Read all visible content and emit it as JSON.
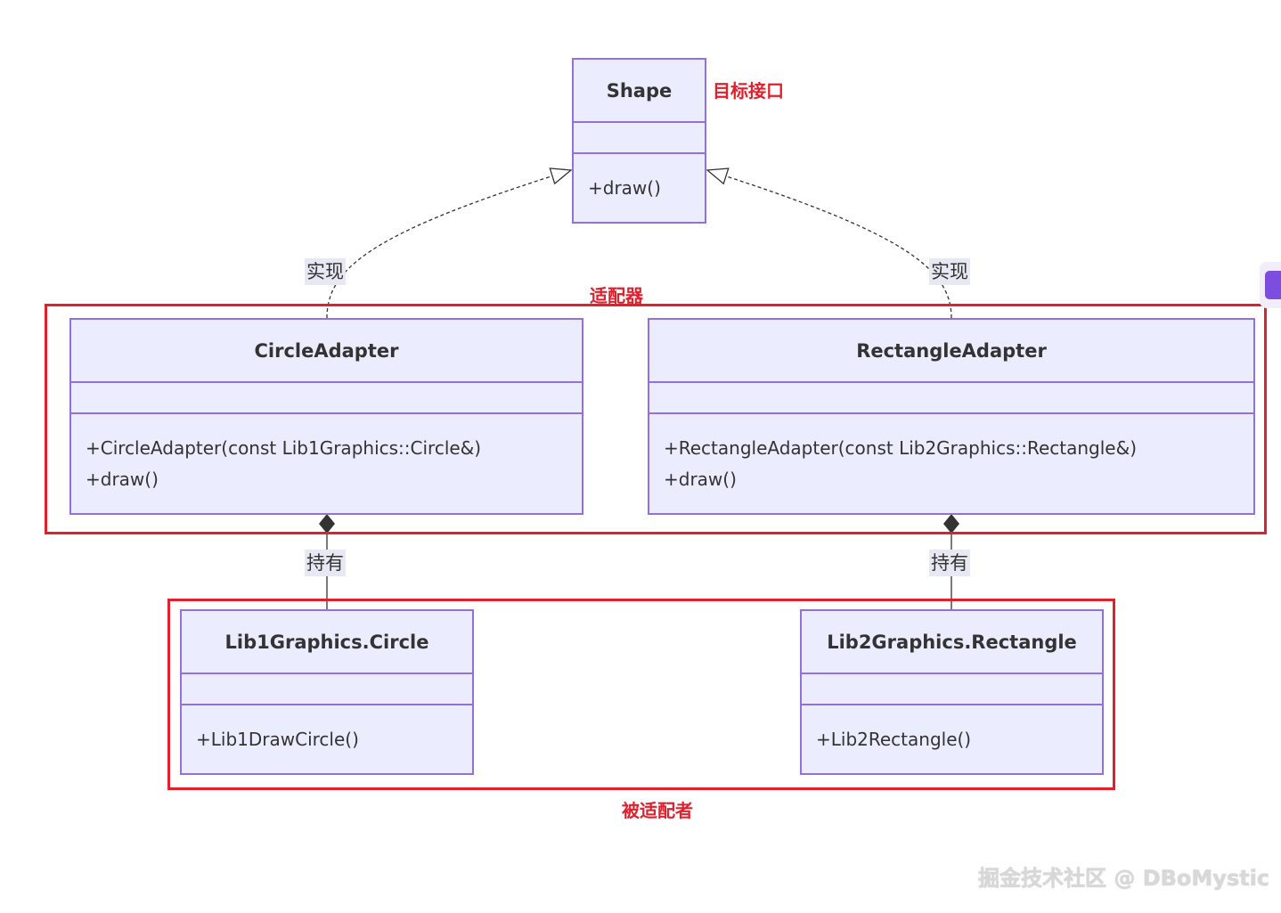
{
  "classes": {
    "shape": {
      "name": "Shape",
      "methods": [
        "+draw()"
      ]
    },
    "circle_adapter": {
      "name": "CircleAdapter",
      "methods": [
        "+CircleAdapter(const Lib1Graphics::Circle&)",
        "+draw()"
      ]
    },
    "rectangle_adapter": {
      "name": "RectangleAdapter",
      "methods": [
        "+RectangleAdapter(const Lib2Graphics::Rectangle&)",
        "+draw()"
      ]
    },
    "lib1_circle": {
      "name": "Lib1Graphics.Circle",
      "methods": [
        "+Lib1DrawCircle()"
      ]
    },
    "lib2_rectangle": {
      "name": "Lib2Graphics.Rectangle",
      "methods": [
        "+Lib2Rectangle()"
      ]
    }
  },
  "relations": {
    "circle_realizes": "实现",
    "rectangle_realizes": "实现",
    "circle_holds": "持有",
    "rectangle_holds": "持有"
  },
  "annotations": {
    "target_interface": "目标接口",
    "adapter": "适配器",
    "adaptee": "被适配者"
  },
  "watermark": "掘金技术社区 @ DBoMystic",
  "colors": {
    "class_fill": "#ECECFF",
    "class_border": "#9370DB",
    "annotation_red": "#E0202C"
  }
}
